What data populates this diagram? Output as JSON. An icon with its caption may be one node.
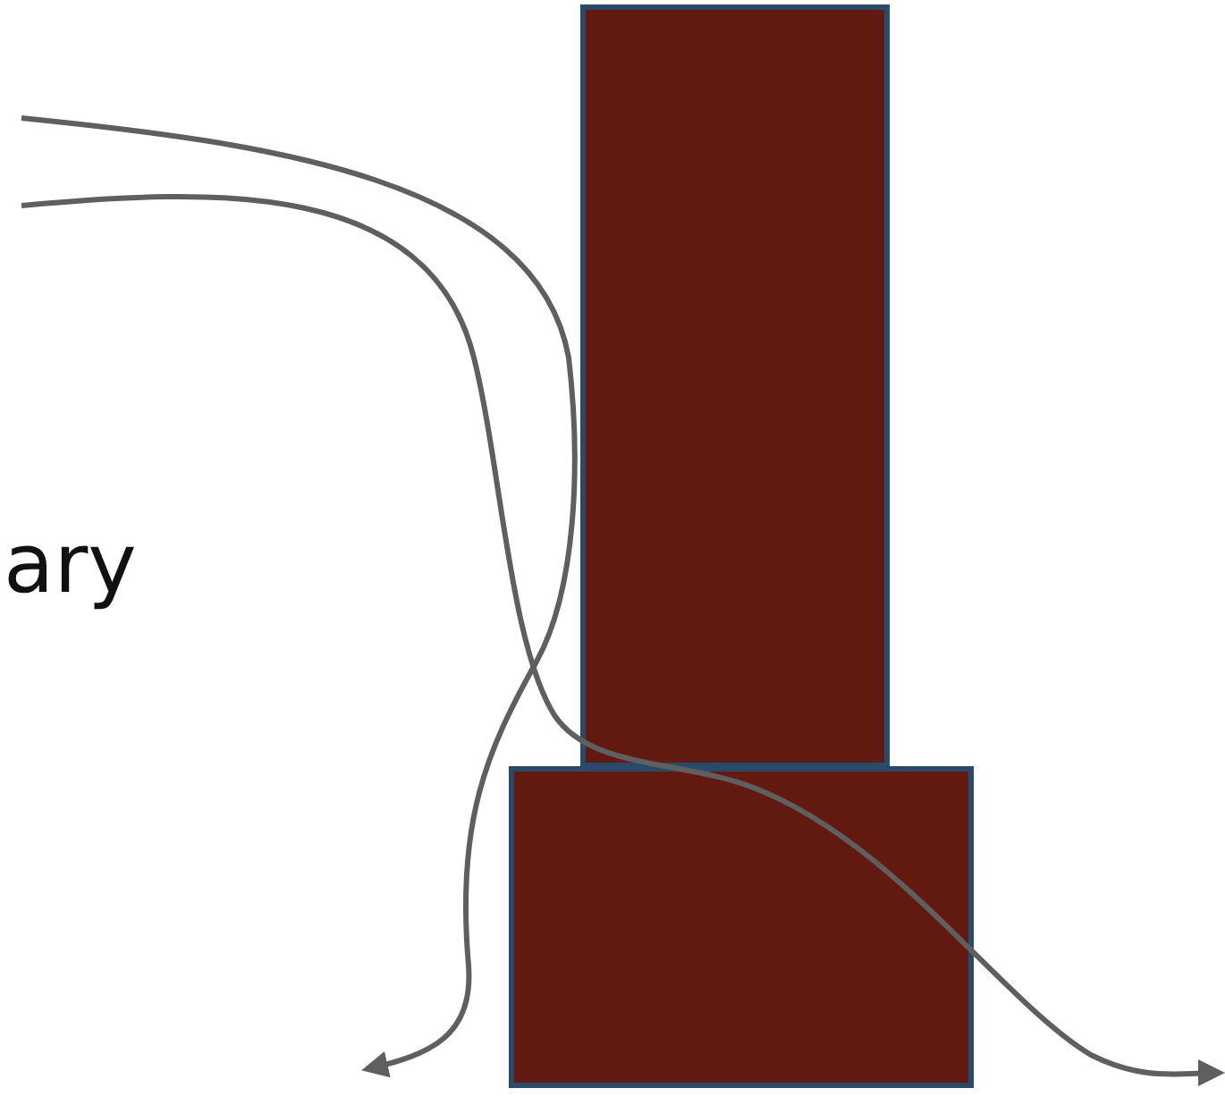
{
  "diagram": {
    "nodes": [
      {
        "text": [],
        "shape": "box"
      },
      {
        "text": [],
        "shape": "box"
      }
    ],
    "labels": [
      "ary"
    ]
  }
}
